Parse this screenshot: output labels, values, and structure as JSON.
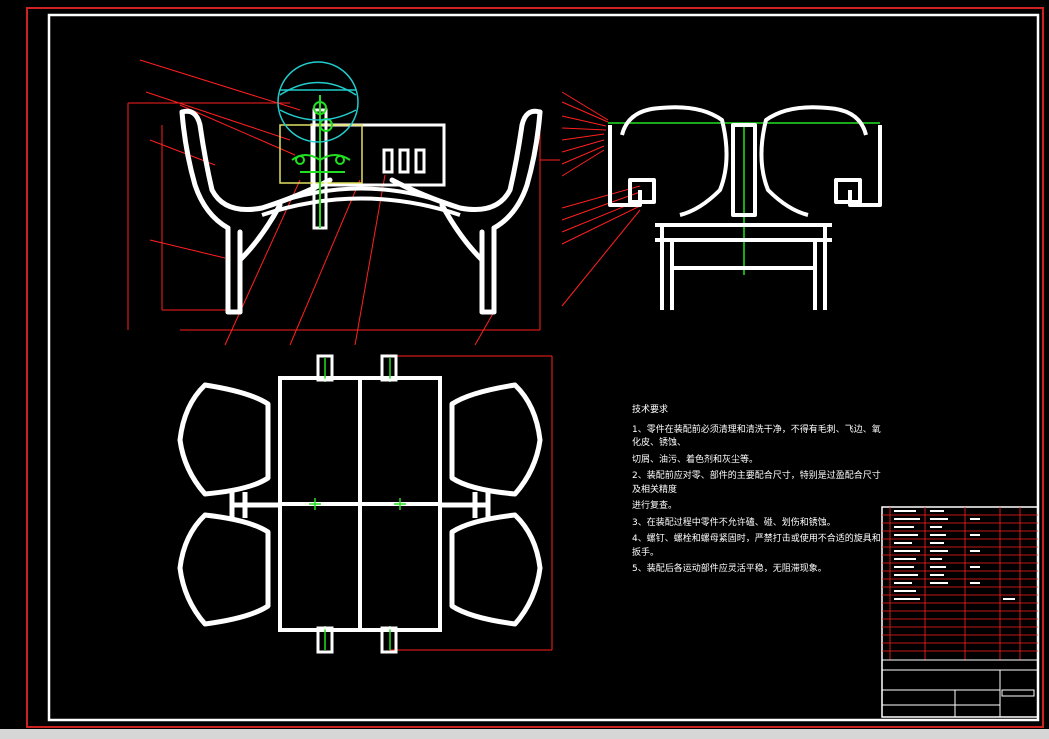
{
  "sheet": {
    "background": "#000000",
    "frame_color": "#ffffff",
    "outer_frame_color": "#cc2222",
    "leader_color": "#ff2020",
    "centerline_color": "#20e020",
    "section_color": "#e0e060",
    "hood_color": "#22cccc"
  },
  "technical_notes": {
    "title": "技术要求",
    "items": [
      "1、零件在装配前必须清理和清洗干净，不得有毛刺、飞边、氧化皮、锈蚀、",
      "切屑、油污、着色剂和灰尘等。",
      "2、装配前应对零、部件的主要配合尺寸，特别是过盈配合尺寸及相关精度",
      "进行复查。",
      "3、在装配过程中零件不允许磕、碰、划伤和锈蚀。",
      "4、螺钉、螺栓和螺母紧固时，严禁打击或使用不合适的旋具和扳手。",
      "5、装配后各运动部件应灵活平稳，无阻滞现象。"
    ]
  },
  "views": {
    "front": "front-elevation",
    "side": "side-elevation",
    "plan": "plan-view"
  }
}
